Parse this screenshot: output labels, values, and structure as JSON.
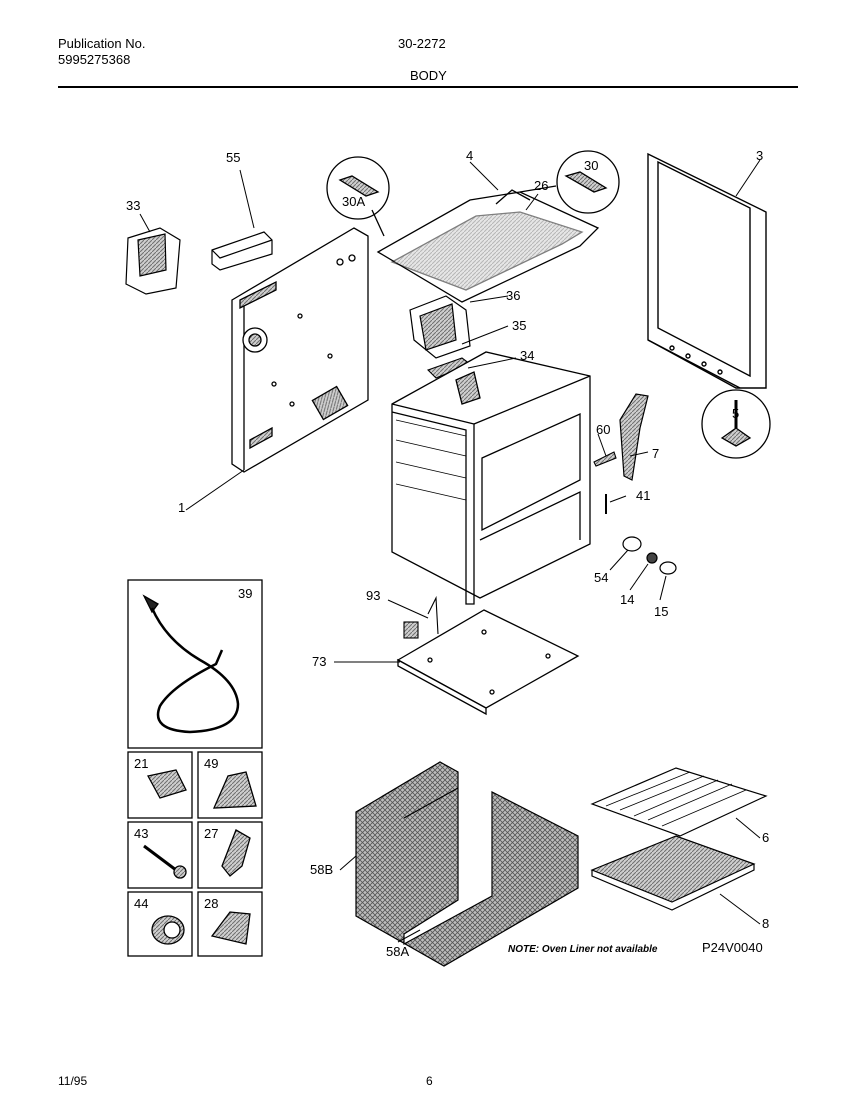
{
  "header": {
    "publication_label": "Publication No.",
    "publication_number": "5995275368",
    "doc_code": "30-2272",
    "section_title": "BODY"
  },
  "callouts": {
    "c55": "55",
    "c33": "33",
    "c4": "4",
    "c30A": "30A",
    "c30": "30",
    "c26": "26",
    "c3": "3",
    "c36": "36",
    "c35": "35",
    "c34": "34",
    "c60": "60",
    "c7": "7",
    "c5": "5",
    "c41": "41",
    "c1": "1",
    "c54": "54",
    "c14": "14",
    "c15": "15",
    "c93": "93",
    "c73": "73",
    "c39": "39",
    "c21": "21",
    "c49": "49",
    "c43": "43",
    "c27": "27",
    "c44": "44",
    "c28": "28",
    "c58B": "58B",
    "c58A": "58A",
    "c6": "6",
    "c8": "8"
  },
  "note": "NOTE: Oven Liner not available",
  "figure_code": "P24V0040",
  "footer": {
    "date": "11/95",
    "page": "6"
  }
}
